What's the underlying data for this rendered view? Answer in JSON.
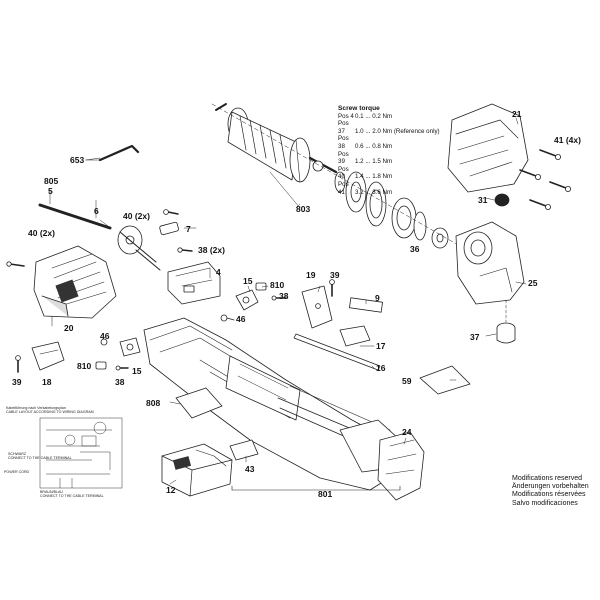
{
  "callouts": {
    "p653": "653",
    "p805": "805",
    "p5": "5",
    "p6": "6",
    "p40a": "40 (2x)",
    "p7": "7",
    "p40b": "40 (2x)",
    "p38a": "38 (2x)",
    "p4": "4",
    "p20": "20",
    "p18": "18",
    "p39a": "39",
    "p46a": "46",
    "p810a": "810",
    "p38b": "38",
    "p15a": "15",
    "p46b": "46",
    "p15b": "15",
    "p810b": "810",
    "p38c": "38",
    "p19": "19",
    "p39b": "39",
    "p9": "9",
    "p803": "803",
    "p36": "36",
    "p31": "31",
    "p21": "21",
    "p41": "41 (4x)",
    "p25": "25",
    "p37": "37",
    "p17": "17",
    "p16": "16",
    "p59": "59",
    "p808": "808",
    "p24": "24",
    "p12": "12",
    "p43": "43",
    "p801": "801"
  },
  "torque": {
    "title": "Screw torque",
    "rows": [
      {
        "pos": "Pos 4",
        "val": "0.1 ... 0.2 Nm"
      },
      {
        "pos": "Pos 37",
        "val": "1.0 ... 2.0 Nm (Reference only)"
      },
      {
        "pos": "Pos 38",
        "val": "0.6 ... 0.8 Nm"
      },
      {
        "pos": "Pos 39",
        "val": "1.2 ... 1.5 Nm"
      },
      {
        "pos": "Pos 40",
        "val": "1.4 ... 1.8 Nm"
      },
      {
        "pos": "Pos 41",
        "val": "3.2 ... 3.6 Nm"
      }
    ]
  },
  "notes": [
    "Modifications reserved",
    "Änderungen vorbehalten",
    "Modifications réservées",
    "Salvo modificaciones"
  ],
  "wiring": {
    "caption_de": "Kabelführung nach Verkabelungsplan",
    "caption_en": "CABLE LAYOUT ACCORDING TO WIRING DIAGRAM",
    "lbl_black": "SCHWARZ",
    "lbl_black_en": "CONNECT TO THE CABLE TERMINAL",
    "lbl_power": "POWER CORD",
    "lbl_brown": "BRAUN/BLAU",
    "lbl_brown_en": "CONNECT TO THE CABLE TERMINAL"
  }
}
